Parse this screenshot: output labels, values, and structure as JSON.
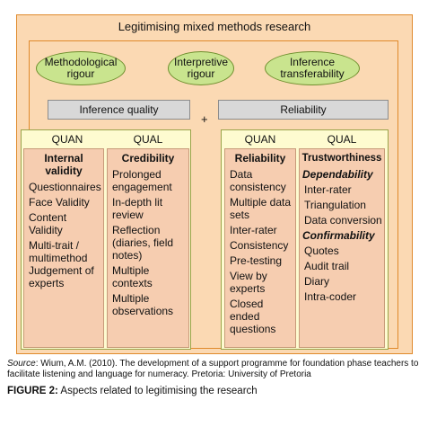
{
  "title": "Legitimising mixed methods research",
  "ovals": [
    {
      "label": "Methodological rigour"
    },
    {
      "label": "Interpretive rigour"
    },
    {
      "label": "Inference transferability"
    }
  ],
  "bars": {
    "left": "Inference quality",
    "plus": "+",
    "right": "Reliability"
  },
  "left_group": {
    "quan_header": "QUAN",
    "qual_header": "QUAL",
    "quan_col": {
      "heading": "Internal validity",
      "items": [
        "Questionnaires",
        "Face Validity",
        "Content Validity",
        "Multi-trait / multimethod",
        "Judgement of experts"
      ]
    },
    "qual_col": {
      "heading": "Credibility",
      "items": [
        "Prolonged engagement",
        "In-depth lit review",
        "Reflection (diaries, field notes)",
        "Multiple contexts",
        "Multiple observations"
      ]
    }
  },
  "right_group": {
    "quan_header": "QUAN",
    "qual_header": "QUAL",
    "quan_col": {
      "heading": "Reliability",
      "items": [
        "Data consistency",
        "Multiple data sets",
        "Inter-rater",
        "Consistency",
        "Pre-testing",
        "View by experts",
        "Closed ended questions"
      ]
    },
    "qual_col": {
      "heading": "Trustworthiness",
      "sub1": "Dependability",
      "items1": [
        "Inter-rater",
        "Triangulation",
        "Data conversion"
      ],
      "sub2": "Confirmability",
      "items2": [
        "Quotes",
        "Audit trail",
        "Diary",
        "Intra-coder"
      ]
    }
  },
  "source": {
    "label": "Source",
    "text": ": Wium, A.M. (2010). The development of a support programme for foundation phase teachers to facilitate listening and language for numeracy. Pretoria: University of Pretoria"
  },
  "caption": {
    "label": "FIGURE 2:",
    "text": " Aspects related to legitimising the research"
  },
  "colors": {
    "panel": "#fbd9b3",
    "border": "#e08a2c",
    "oval": "#c9e48e",
    "bar": "#d8d8d8",
    "group": "#fefbd0",
    "column": "#f6cdb0"
  }
}
